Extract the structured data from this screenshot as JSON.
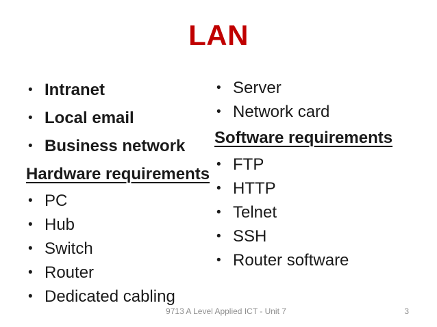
{
  "slide": {
    "title": "LAN",
    "colors": {
      "title": "#C00000",
      "body_text": "#1a1a1a",
      "footer_text": "#8f8f8f",
      "background": "#ffffff"
    },
    "bullet_glyph": "•",
    "left_column": {
      "items": [
        {
          "text": "Intranet"
        },
        {
          "text": "Local email"
        },
        {
          "text": "Business network"
        },
        {
          "text": "Hardware requirements"
        },
        {
          "text": "PC"
        },
        {
          "text": "Hub"
        },
        {
          "text": "Switch"
        },
        {
          "text": "Router"
        },
        {
          "text": "Dedicated cabling"
        }
      ]
    },
    "right_column": {
      "items": [
        {
          "text": "Server"
        },
        {
          "text": "Network card"
        },
        {
          "text": "Software requirements"
        },
        {
          "text": "FTP"
        },
        {
          "text": "HTTP"
        },
        {
          "text": "Telnet"
        },
        {
          "text": "SSH"
        },
        {
          "text": "Router software"
        }
      ]
    },
    "footer": {
      "text": "9713 A Level Applied ICT - Unit 7",
      "page_number": "3"
    }
  }
}
